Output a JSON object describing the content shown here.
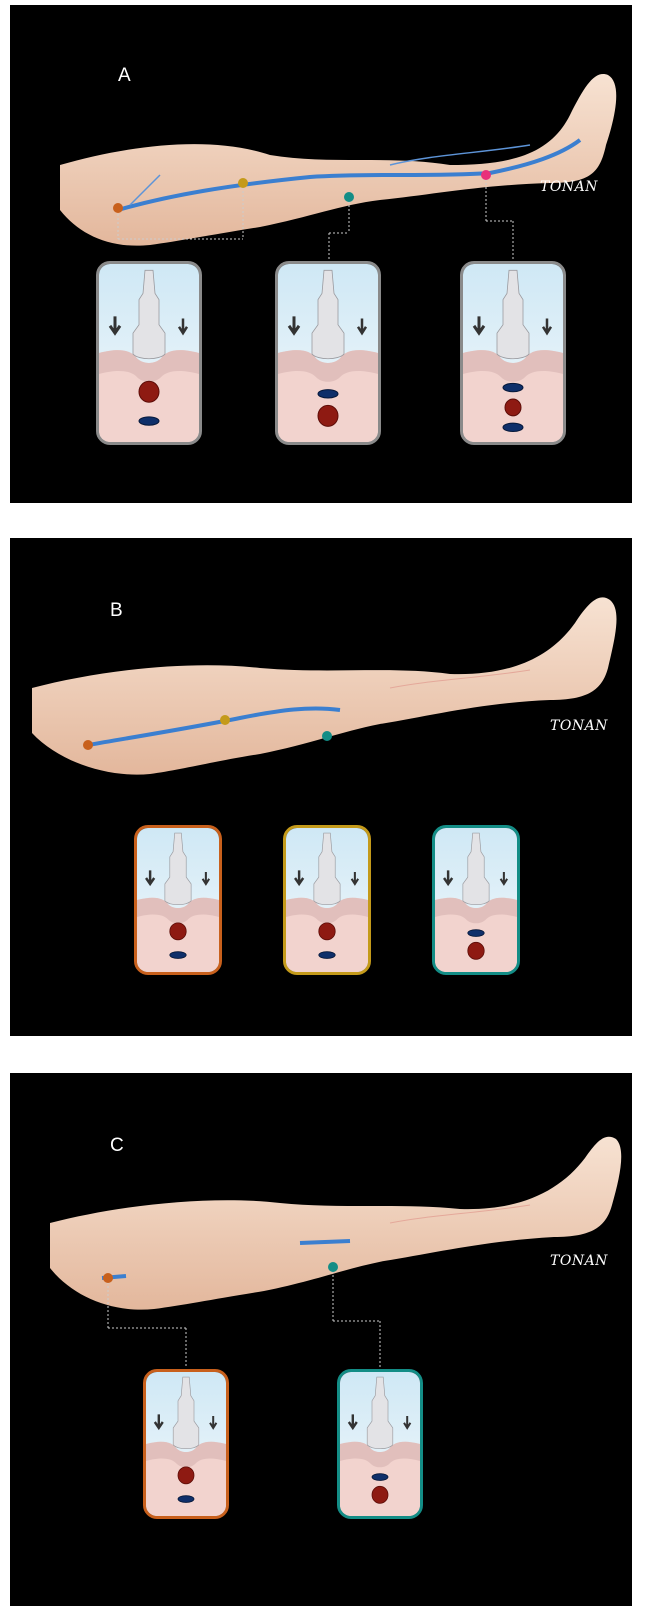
{
  "panels": [
    {
      "label": "A",
      "signature": "TONAN"
    },
    {
      "label": "B",
      "signature": "TONAN"
    },
    {
      "label": "C",
      "signature": "TONAN"
    }
  ],
  "colors": {
    "background": "#000000",
    "skin": "#f3d7c2",
    "vein": "#3b7fd0",
    "marker_orange": "#c8601c",
    "marker_gold": "#c49a1a",
    "marker_teal": "#138d86",
    "marker_pink": "#e8307a",
    "card_gray": "#8a8a8a",
    "vessel_red": "#8e1a12",
    "vessel_blue": "#0f2f6a"
  },
  "icons": [
    "ultrasound-probe-icon",
    "down-arrow-icon",
    "vein-cross-section",
    "artery-cross-section"
  ]
}
